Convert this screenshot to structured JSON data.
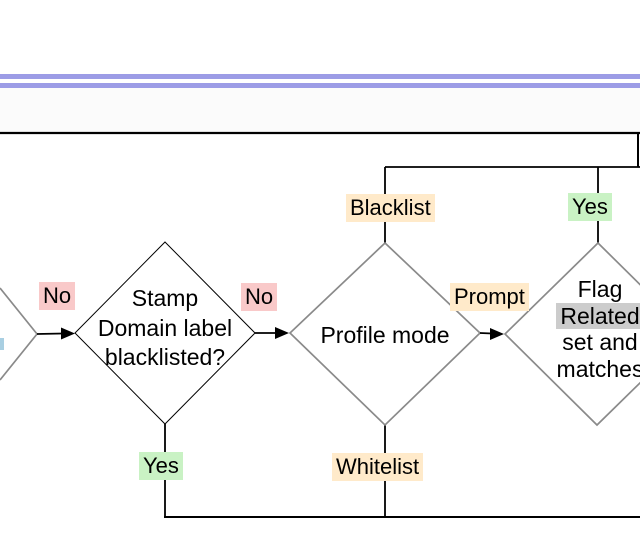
{
  "page": {
    "background": "#ffffff"
  },
  "header": {
    "divider_color": "#9c9ce6",
    "frame_line_color": "#000000"
  },
  "colors": {
    "label_pink": "#f9c9c9",
    "label_green": "#c9f2c4",
    "label_tan": "#ffeaca",
    "highlight_gray": "#cccccc",
    "node_stroke_gray": "#8a8a8a",
    "node_stroke_black": "#000000",
    "connector": "#000000"
  },
  "nodes": {
    "stamp": {
      "lines": [
        "Stamp",
        "Domain label",
        "blacklisted?"
      ]
    },
    "profile": {
      "label": "Profile mode"
    },
    "flag": {
      "line1": "Flag",
      "line2": "Related",
      "line3": "set and",
      "line4": "matches"
    }
  },
  "edge_labels": {
    "no_left": "No",
    "no_right": "No",
    "blacklist": "Blacklist",
    "yes_top": "Yes",
    "prompt": "Prompt",
    "yes_bottom": "Yes",
    "whitelist": "Whitelist"
  }
}
